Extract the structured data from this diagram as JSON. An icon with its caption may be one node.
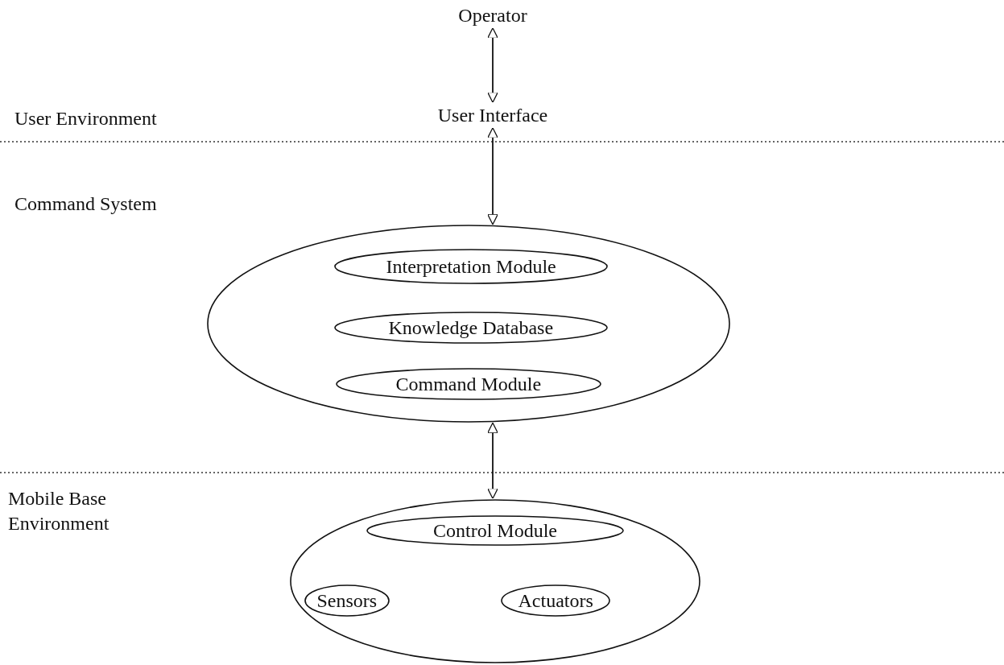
{
  "diagram": {
    "nodes": [
      {
        "text": [
          "Operator"
        ]
      },
      {
        "text": [
          "User Interface"
        ]
      },
      {
        "text": [],
        "shape": "ellipse"
      },
      {
        "text": [
          "Interpretation Module"
        ],
        "in": 2
      },
      {
        "text": [
          "Knowledge Database"
        ],
        "in": 2
      },
      {
        "text": [
          "Command Module"
        ],
        "in": 2
      },
      {
        "text": [],
        "shape": "ellipse"
      },
      {
        "text": [
          "Control Module"
        ],
        "in": 6
      },
      {
        "text": [
          "Sensors"
        ],
        "in": 6
      },
      {
        "text": [
          "Actuators"
        ],
        "in": 6
      }
    ],
    "edges": [
      {
        "from": 0,
        "to": 1,
        "arrow": "both"
      },
      {
        "from": 1,
        "to": 2,
        "arrow": "both"
      },
      {
        "from": 2,
        "to": 6,
        "arrow": "both"
      }
    ],
    "labels": [
      "User Environment",
      "Command System",
      "Mobile Base Environment"
    ]
  }
}
